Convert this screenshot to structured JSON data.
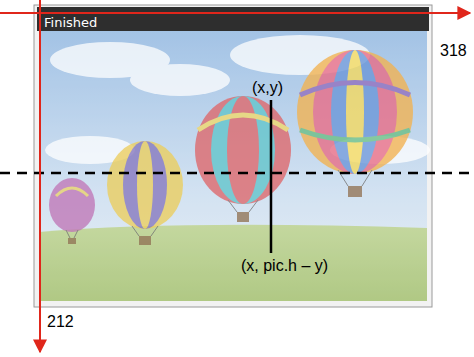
{
  "diagram": {
    "nodes": [
      {
        "text": [
          "Finished"
        ]
      }
    ],
    "labels": [
      "318",
      "212",
      "(x,y)",
      "(x, pic.h – y)"
    ]
  }
}
